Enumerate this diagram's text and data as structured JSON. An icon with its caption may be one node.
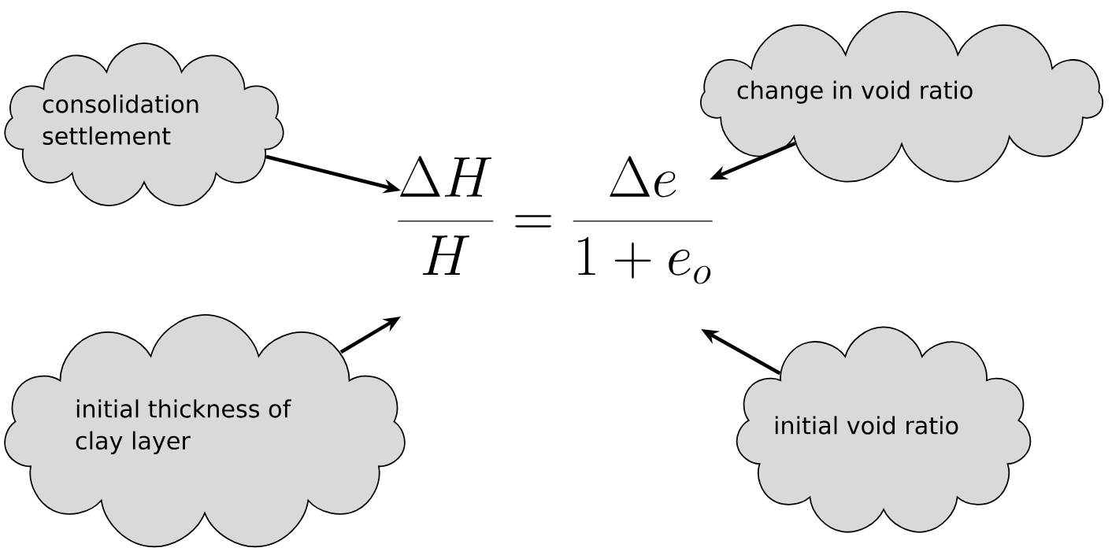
{
  "diagram": {
    "nodes": [
      {
        "text": [
          "consolidation settlement"
        ]
      },
      {
        "text": [
          "change in void ratio"
        ]
      },
      {
        "text": [
          "\\frac{\\Delta H}{H} = \\frac{\\Delta e}{1+e_{o}}"
        ]
      },
      {
        "text": [
          "initial thickness of clay layer"
        ]
      },
      {
        "text": [
          "initial void ratio"
        ]
      }
    ],
    "edges": [
      {
        "from": 0,
        "to": 2,
        "arrow": "to"
      },
      {
        "from": 1,
        "to": 2,
        "arrow": "to"
      },
      {
        "from": 3,
        "to": 2,
        "arrow": "to"
      },
      {
        "from": 4,
        "to": 2,
        "arrow": "to"
      }
    ]
  }
}
